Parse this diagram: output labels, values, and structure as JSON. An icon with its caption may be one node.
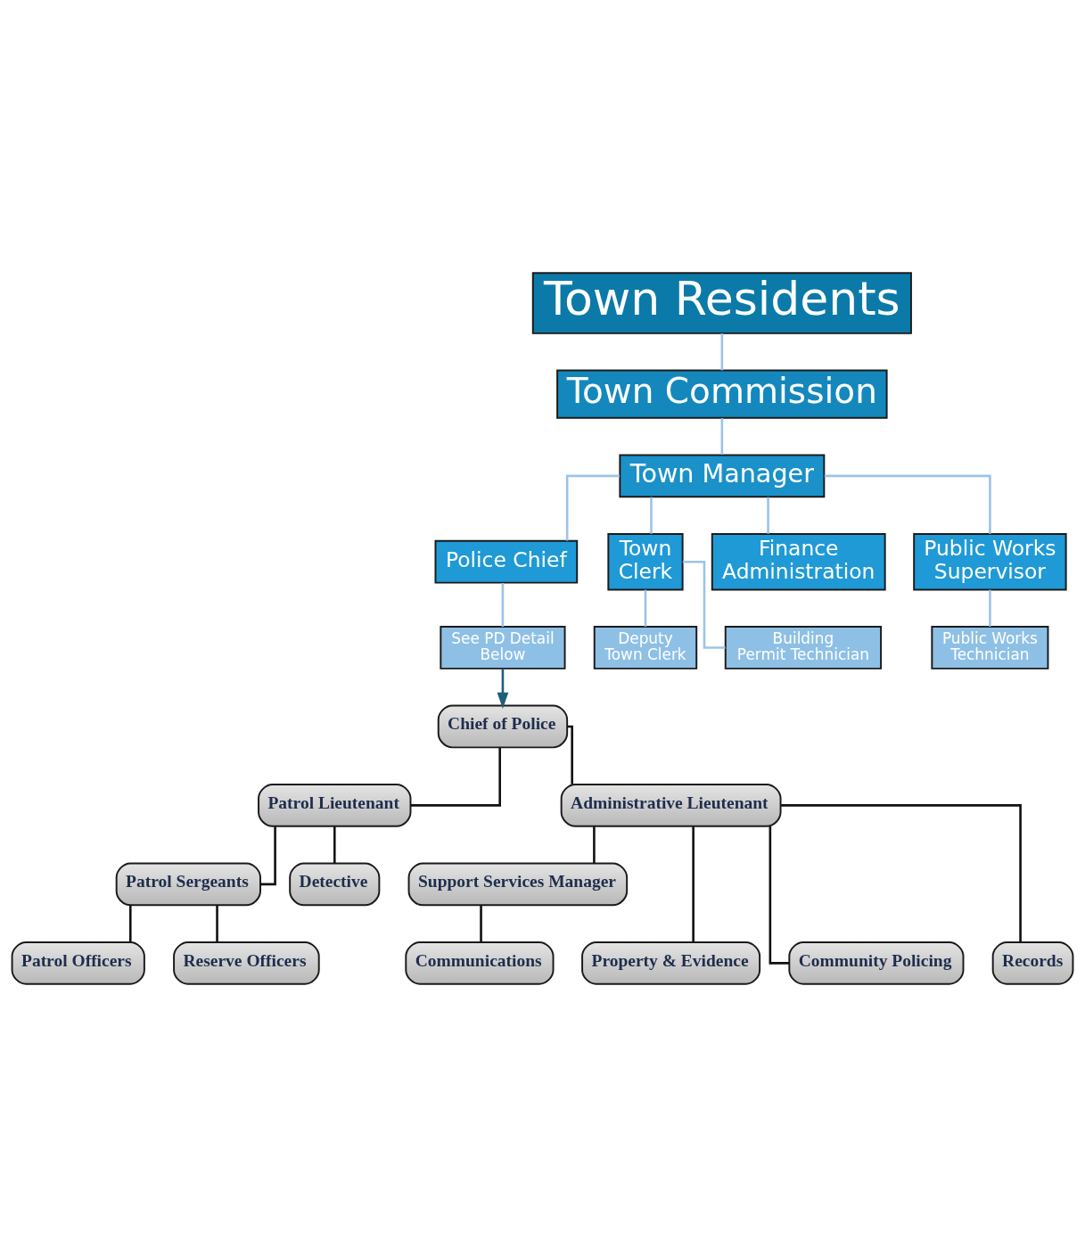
{
  "diagram": {
    "nodes": [
      {
        "text": [
          "Town Residents"
        ]
      },
      {
        "text": [
          "Town Commission"
        ]
      },
      {
        "text": [
          "Town Manager"
        ]
      },
      {
        "text": [
          "Police Chief"
        ]
      },
      {
        "text": [
          "Town Clerk"
        ]
      },
      {
        "text": [
          "Finance Administration"
        ]
      },
      {
        "text": [
          "Public Works Supervisor"
        ]
      },
      {
        "text": [
          "See PD Detail Below"
        ]
      },
      {
        "text": [
          "Deputy Town Clerk"
        ]
      },
      {
        "text": [
          "Building Permit Technician"
        ]
      },
      {
        "text": [
          "Public Works Technician"
        ]
      },
      {
        "text": [
          "Chief of Police"
        ]
      },
      {
        "text": [
          "Patrol Lieutenant"
        ]
      },
      {
        "text": [
          "Administrative Lieutenant"
        ]
      },
      {
        "text": [
          "Patrol Sergeants"
        ]
      },
      {
        "text": [
          "Detective"
        ]
      },
      {
        "text": [
          "Support Services Manager"
        ]
      },
      {
        "text": [
          "Patrol Officers"
        ]
      },
      {
        "text": [
          "Property & Evidence"
        ]
      },
      {
        "text": [
          "Communications"
        ]
      },
      {
        "text": [
          "Reserve Officers"
        ]
      },
      {
        "text": [
          "Community Policing"
        ]
      },
      {
        "text": [
          "Records"
        ]
      }
    ],
    "edges": [
      {
        "from": 0,
        "to": 1,
        "arrow": "none",
        "color": "#9dc3e6"
      },
      {
        "from": 1,
        "to": 2,
        "arrow": "none",
        "color": "#9dc3e6"
      },
      {
        "from": 2,
        "to": 3,
        "arrow": "none",
        "color": "#9dc3e6"
      },
      {
        "from": 2,
        "to": 4,
        "arrow": "none",
        "color": "#9dc3e6"
      },
      {
        "from": 2,
        "to": 5,
        "arrow": "none",
        "color": "#9dc3e6"
      },
      {
        "from": 2,
        "to": 6,
        "arrow": "none",
        "color": "#9dc3e6"
      },
      {
        "from": 3,
        "to": 7,
        "arrow": "none",
        "color": "#9dc3e6"
      },
      {
        "from": 4,
        "to": 8,
        "arrow": "none",
        "color": "#9dc3e6"
      },
      {
        "from": 4,
        "to": 9,
        "arrow": "none",
        "color": "#9dc3e6"
      },
      {
        "from": 6,
        "to": 10,
        "arrow": "none",
        "color": "#9dc3e6"
      },
      {
        "from": 7,
        "to": 11,
        "arrow": "to",
        "color": "#1f5f7a"
      },
      {
        "from": 11,
        "to": 12,
        "arrow": "none"
      },
      {
        "from": 11,
        "to": 13,
        "arrow": "none"
      },
      {
        "from": 12,
        "to": 14,
        "arrow": "none"
      },
      {
        "from": 12,
        "to": 15,
        "arrow": "none"
      },
      {
        "from": 14,
        "to": 17,
        "arrow": "none"
      },
      {
        "from": 14,
        "to": 20,
        "arrow": "none"
      },
      {
        "from": 13,
        "to": 16,
        "arrow": "none"
      },
      {
        "from": 16,
        "to": 19,
        "arrow": "none"
      },
      {
        "from": 13,
        "to": 22,
        "arrow": "none"
      },
      {
        "from": 13,
        "to": 18,
        "arrow": "none"
      },
      {
        "from": 13,
        "to": 21,
        "arrow": "none"
      }
    ]
  }
}
